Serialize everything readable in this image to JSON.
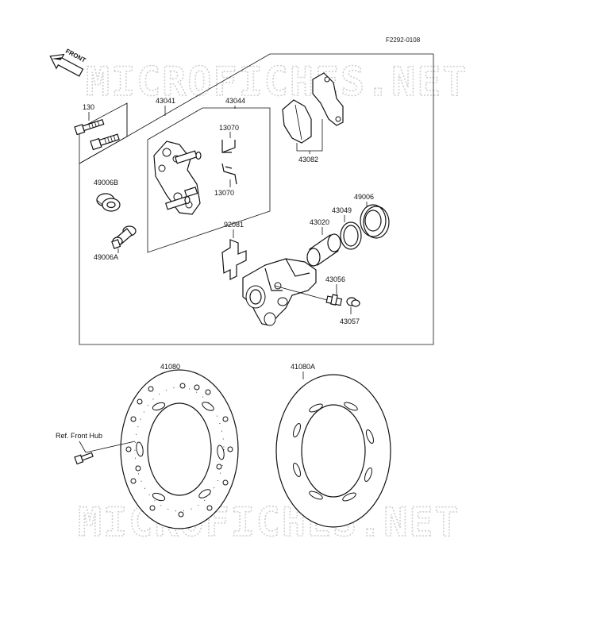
{
  "figure_id": "F2292-0108",
  "front_label": "FRONT",
  "watermark_text": "MICROFICHES.NET",
  "parts": {
    "p130": "130",
    "p43041": "43041",
    "p43044": "43044",
    "p13070a": "13070",
    "p13070b": "13070",
    "p43082": "43082",
    "p49006B": "49006B",
    "p49006A": "49006A",
    "p49006": "49006",
    "p43049": "43049",
    "p43020": "43020",
    "p92081": "92081",
    "p43056": "43056",
    "p43057": "43057",
    "p41080": "41080",
    "p41080A": "41080A",
    "ref_front_hub": "Ref. Front Hub"
  },
  "colors": {
    "ink": "#111111",
    "watermark": "#cfcfcf",
    "background": "#ffffff"
  }
}
